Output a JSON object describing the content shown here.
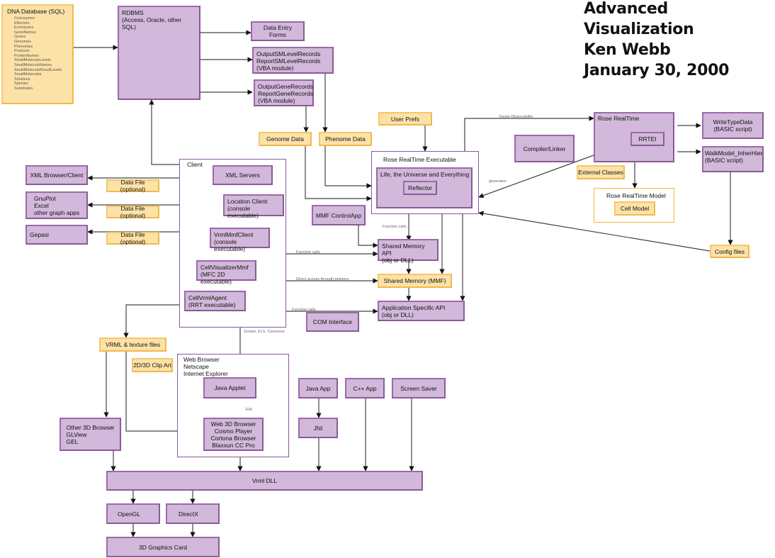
{
  "title": {
    "line1": "Advanced Visualization",
    "line2": "Ken Webb",
    "line3": "January 30, 2000"
  },
  "colors": {
    "component_fill": "#d2b8da",
    "component_border": "#8a5a9a",
    "data_fill": "#fde2a8",
    "data_border": "#f0b94a",
    "connector": "#333333"
  },
  "nodes": {
    "dna_db": {
      "title": "DNA Database (SQL)",
      "tables": [
        "Coenzymes",
        "Effectors",
        "Enclosures",
        "GeneNames",
        "Genes",
        "Genomes",
        "Phenomes",
        "Products",
        "ProteinNames",
        "SmallMoleculeLevels",
        "SmallMoleculeNames",
        "SmallMoleculeResultLevels",
        "SmallMolecules",
        "Solutions",
        "Species",
        "Substrates"
      ]
    },
    "rdbms": "RDBMS\n(Access, Oracle, other SQL)",
    "data_entry_forms": "Data Entry Forms",
    "sm_records": "OutputSMLevelRecords\nReportSMLevelRecords\n(VBA module)",
    "gene_records": "OutputGeneRecords\nReportGeneRecords\n(VBA module)",
    "genome_data": "Genome Data",
    "phenome_data": "Phenome Data",
    "user_prefs": "User Prefs",
    "rrt_executable": "Rose RealTime Executable",
    "life_universe": "Life, the Universe and Everything",
    "reflector": "Reflector",
    "compiler_linker": "Compiler/Linker",
    "rose_realtime": "Rose RealTime",
    "rrtei": "RRTEI",
    "write_type_data": "WriteTypeData\n(BASIC script)",
    "walk_model": "WalkModel_InherHier\n(BASIC script)",
    "external_classes": "External Classes",
    "rrt_model": "Rose RealTime Model",
    "cell_model": "Cell Model",
    "config_files": "Config files",
    "client": "Client",
    "xml_servers": "XML Servers",
    "location_client": "Location Client\n(console executable)",
    "vrml_mmf_client": "VrmlMmfClient\n(console executable)",
    "cell_visualizer": "CellVisualizerMmf\n(MFC 2D executable)",
    "cell_vrml_agent": "CellVrmlAgent\n(RRT executable)",
    "xml_browser": "XML Browser/Client",
    "gnuplot": "GnuPlot\nExcel\nother graph apps",
    "gepasi": "Gepasi",
    "data_file_1": "Data File (optional)",
    "data_file_2": "Data File (optional)",
    "data_file_3": "Data File (optional)",
    "mmf_control": "MMF ControlApp",
    "shared_memory_api": "Shared Memory API\n(obj or DLL)",
    "shared_memory": "Shared Memory (MMF)",
    "app_specific_api": "Application Specific API\n(obj or DLL)",
    "com_interface": "COM Interface",
    "vrml_texture": "VRML & texture files",
    "clip_art": "2D/3D Clip Art",
    "web_browser": "Web Browser\n   Netscape\n   Internet Explorer",
    "java_applet": "Java Applet",
    "web3d_browser": "Web 3D Browser\nCosmo Player\nCortona Browser\nBlaxxun CC Pro",
    "other3d_browser": "Other 3D Browser\n  GLView\n  GEL",
    "java_app": "Java App",
    "cpp_app": "C++ App",
    "screen_saver": "Screen Saver",
    "jni": "JNI",
    "vrml_dll": "Vrml DLL",
    "opengl": "OpenGL",
    "directx": "DirectX",
    "graphics_card": "3D Graphics Card"
  },
  "edge_labels": {
    "target_observability": "Target Observability",
    "generates": "generates",
    "function_calls_1": "Function calls",
    "function_calls_2": "Function calls",
    "function_calls_3": "Function calls",
    "direct_access": "Direct access through pointers",
    "socket": "Socket, ELS, Connexxe",
    "eai": "EAI"
  }
}
